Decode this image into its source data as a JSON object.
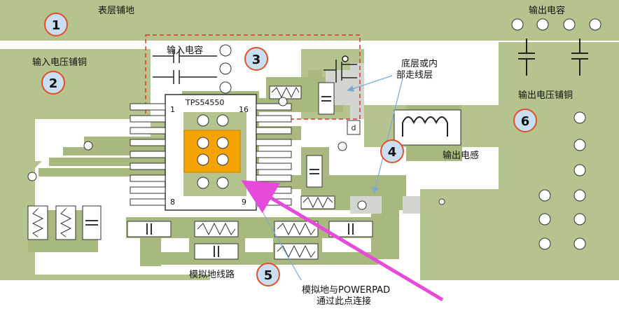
{
  "labels": {
    "top_ground": "表层铺地",
    "input_copper": "输入电压铺铜",
    "input_cap": "输入电容",
    "output_cap": "输出电容",
    "output_copper": "输出电压铺铜",
    "bottom_layer": "底层或内",
    "bottom_layer_2": "部走线层",
    "output_inductor": "输出电感",
    "analog_ground": "模拟地线路",
    "powerpad_1": "模拟地与POWERPAD",
    "powerpad_2": "通过此点连接",
    "chip": "TPS54550",
    "pin1": "1",
    "pin16": "16",
    "pin8": "8",
    "pin9": "9",
    "via_label": "d"
  },
  "markers": [
    "1",
    "2",
    "3",
    "4",
    "5",
    "6"
  ],
  "colors": {
    "copper": "#b5c48e",
    "trace": "#a7b97f",
    "pad": "#f0f3e6",
    "powerpad": "#f5a300",
    "marker_fill": "#c9dff1",
    "marker_border": "#e0502a",
    "arrow": "#e64ad8",
    "callout_line": "#7fa7d6",
    "dashed_box": "#e8302a"
  }
}
